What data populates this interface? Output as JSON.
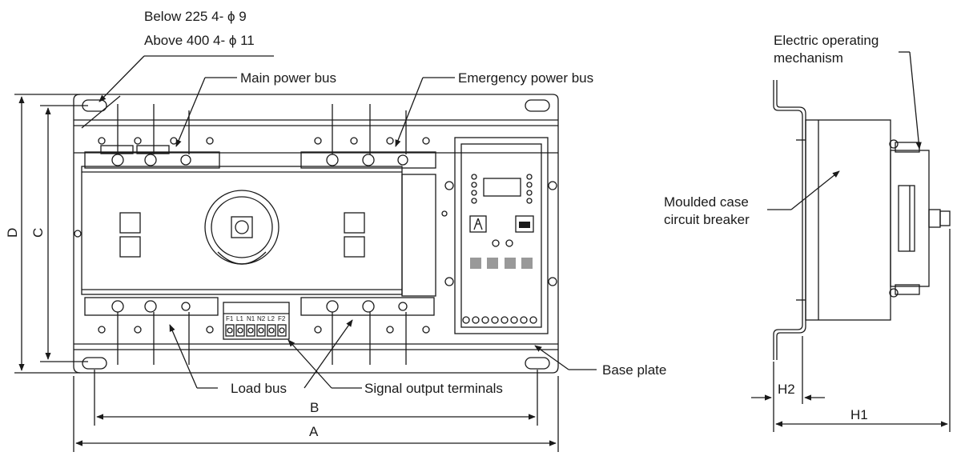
{
  "notes": {
    "line1": "Below 225  4- ϕ 9",
    "line2": "Above 400 4- ϕ 11"
  },
  "labels": {
    "main_power_bus": "Main power bus",
    "emergency_power_bus": "Emergency power bus",
    "load_bus": "Load bus",
    "signal_output_terminals": "Signal output terminals",
    "base_plate": "Base plate",
    "electric_operating_line1": "Electric operating",
    "electric_operating_line2": "mechanism",
    "moulded_case_line1": "Moulded case",
    "moulded_case_line2": "circuit breaker"
  },
  "dimensions": {
    "a": "A",
    "b": "B",
    "c": "C",
    "d": "D",
    "h1": "H1",
    "h2": "H2"
  },
  "terminal_labels": [
    "F1",
    "L1",
    "N1",
    "N2",
    "L2",
    "F2"
  ],
  "colors": {
    "line": "#1a1a1a",
    "led_button": "#999999"
  }
}
